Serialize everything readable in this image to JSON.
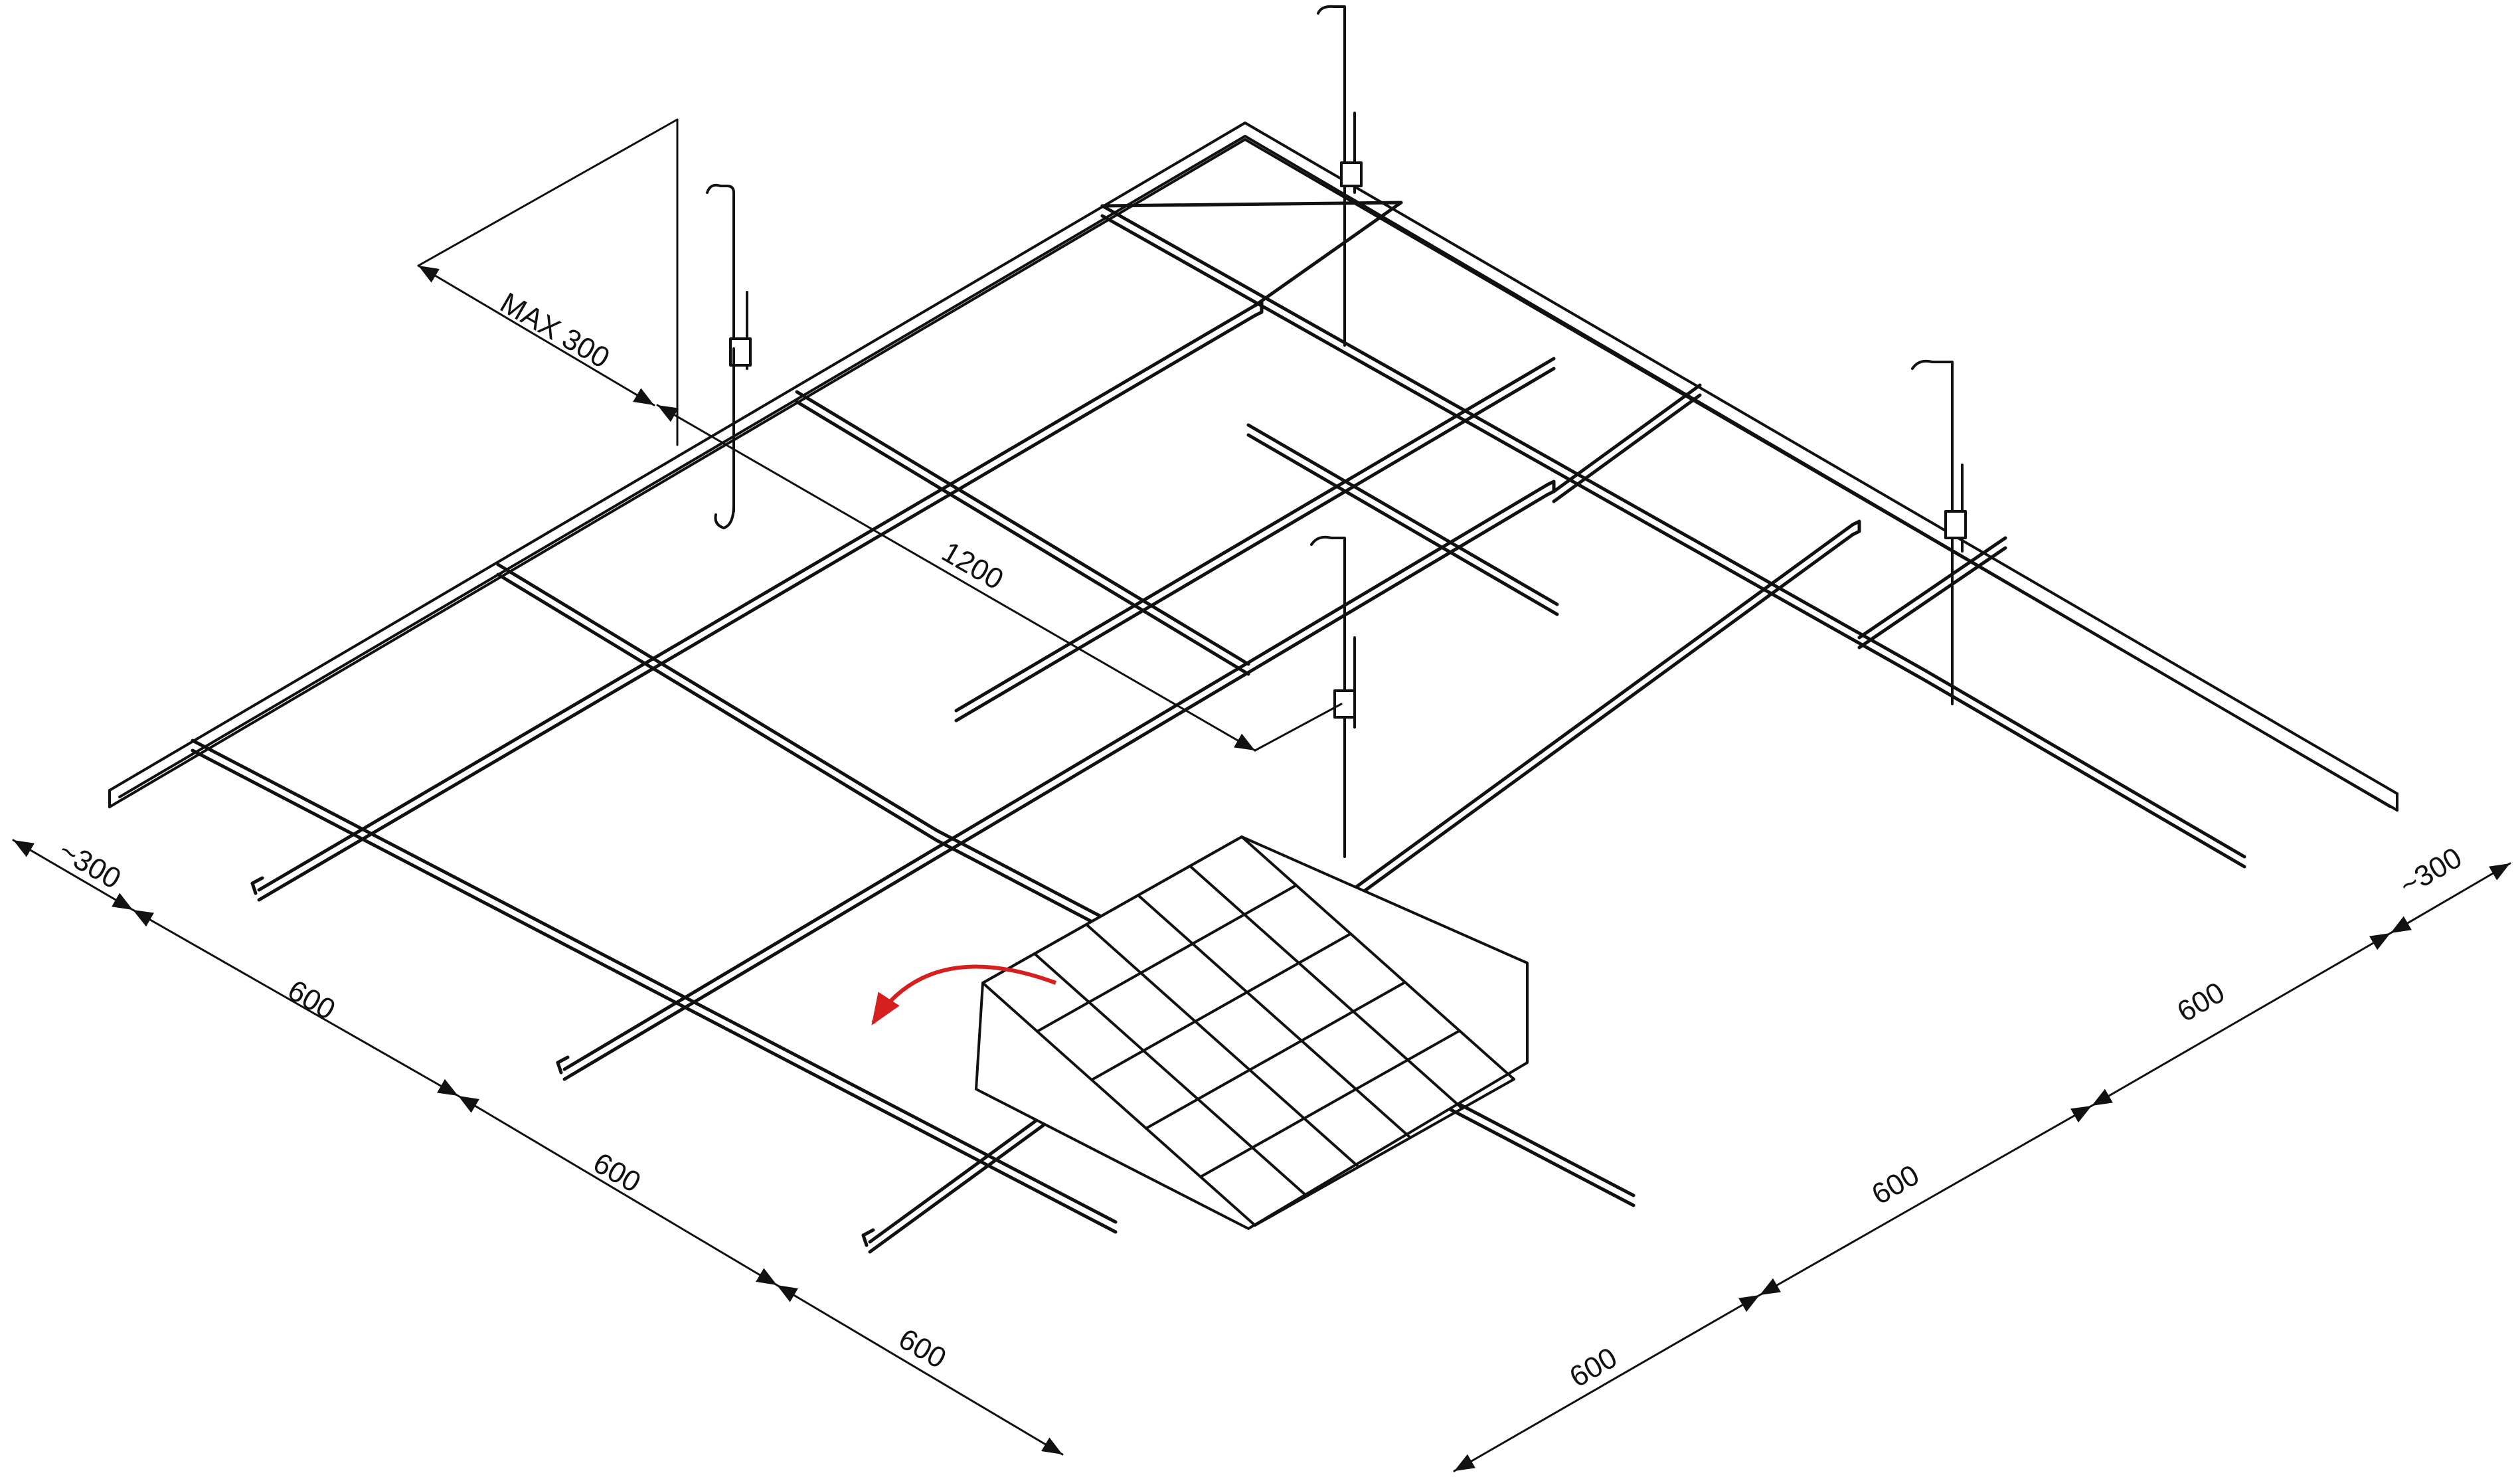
{
  "diagram": {
    "dimensions": {
      "max_hanger_spacing": "MAX 300",
      "main_span": "1200",
      "left_edge": [
        "~300",
        "600",
        "600",
        "600"
      ],
      "right_edge": [
        "~300",
        "600",
        "600",
        "600"
      ]
    },
    "colors": {
      "line": "#111111",
      "background": "#ffffff",
      "rotation_arrow": "#d62020"
    },
    "icons": {
      "hanger": "hanger-rod-icon",
      "grid_panel": "cell-grid-panel-icon",
      "rotation": "curved-arrow-icon"
    }
  }
}
